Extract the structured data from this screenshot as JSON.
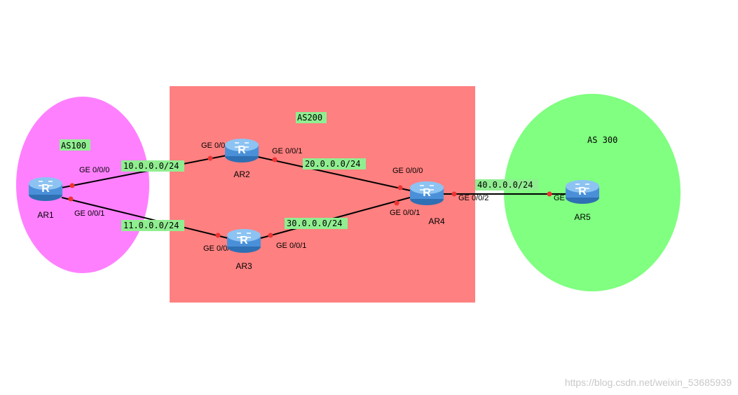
{
  "colors": {
    "as100": "#ff80ff",
    "as200": "#ff8080",
    "as300": "#80ff80",
    "label_bg": "#90ee90",
    "link": "#000000",
    "port_dot": "#ee3333",
    "router_body": "#4a90d9",
    "router_top": "#7fb8ee"
  },
  "zones": {
    "as100": {
      "label": "AS100"
    },
    "as200": {
      "label": "AS200"
    },
    "as300": {
      "label": "AS 300"
    }
  },
  "routers": {
    "ar1": {
      "name": "AR1",
      "icon": "router-icon",
      "glyph": "R"
    },
    "ar2": {
      "name": "AR2",
      "icon": "router-icon",
      "glyph": "R"
    },
    "ar3": {
      "name": "AR3",
      "icon": "router-icon",
      "glyph": "R"
    },
    "ar4": {
      "name": "AR4",
      "icon": "router-icon",
      "glyph": "R"
    },
    "ar5": {
      "name": "AR5",
      "icon": "router-icon",
      "glyph": "R"
    }
  },
  "ports": {
    "ar1_g000": "GE 0/0/0",
    "ar1_g001": "GE 0/0/1",
    "ar2_g000": "GE 0/0/0",
    "ar2_g001": "GE 0/0/1",
    "ar3_g000": "GE 0/0/0",
    "ar3_g001": "GE 0/0/1",
    "ar4_g000": "GE 0/0/0",
    "ar4_g001": "GE 0/0/1",
    "ar4_g002": "GE 0/0/2",
    "ar5_g000": "GE 0/0/0"
  },
  "networks": {
    "n10": "10.0.0.0/24",
    "n11": "11.0.0.0/24",
    "n20": "20.0.0.0/24",
    "n30": "30.0.0.0/24",
    "n40": "40.0.0.0/24"
  },
  "watermark": "https://blog.csdn.net/weixin_53685939"
}
